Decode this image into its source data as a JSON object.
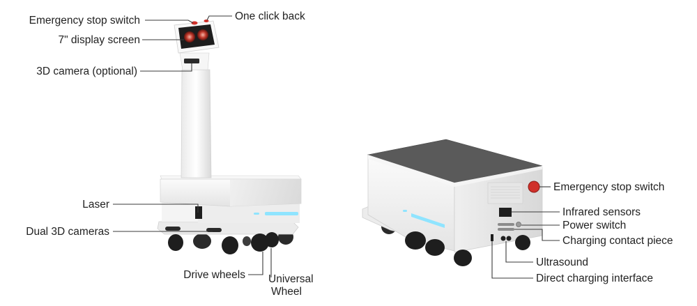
{
  "left_robot": {
    "labels": {
      "emergency_stop": "Emergency stop switch",
      "one_click_back": "One click back",
      "display": "7\" display screen",
      "camera_3d": "3D camera (optional)",
      "laser": "Laser",
      "dual_cameras": "Dual 3D cameras",
      "drive_wheels": "Drive wheels",
      "universal_line1": "Universal",
      "universal_line2": "Wheel"
    }
  },
  "right_robot": {
    "labels": {
      "emergency_stop": "Emergency stop switch",
      "infrared": "Infrared sensors",
      "power_switch": "Power switch",
      "charging_contact": "Charging contact piece",
      "ultrasound": "Ultrasound",
      "direct_charging": "Direct charging interface"
    }
  },
  "colors": {
    "body": "#f2f2f2",
    "top_panel": "#5a5a5a",
    "wheel": "#1e1e1e",
    "light_strip": "#8fe4ff",
    "stop_button": "#d0302a",
    "eyes": "#c0392b"
  }
}
